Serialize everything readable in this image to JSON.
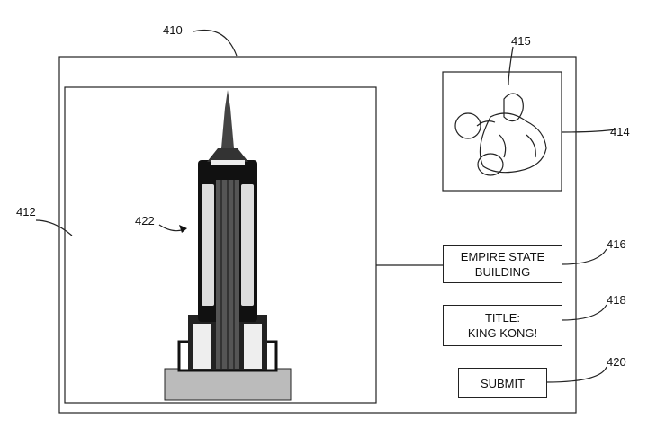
{
  "refs": {
    "screen": "410",
    "image_area": "412",
    "thumbnail": "414",
    "thumbnail_content": "415",
    "location_label": "416",
    "title_label": "418",
    "submit": "420",
    "landmark": "422"
  },
  "location_box": {
    "line1": "EMPIRE STATE",
    "line2": "BUILDING"
  },
  "title_box": {
    "line1": "TITLE:",
    "line2": "KING KONG!"
  },
  "submit_label": "SUBMIT"
}
